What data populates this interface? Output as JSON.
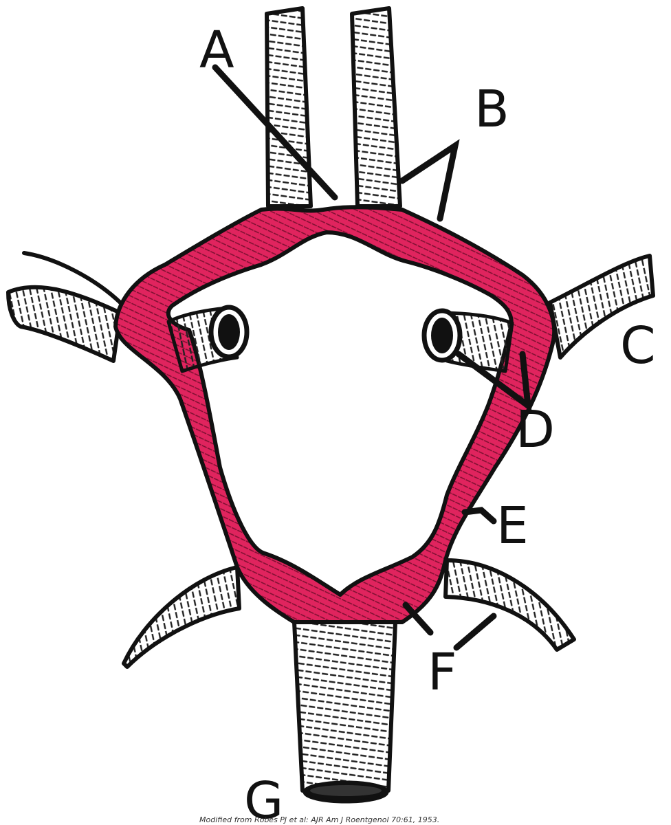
{
  "labels": {
    "A": "A",
    "B": "B",
    "C": "C",
    "D": "D",
    "E": "E",
    "F": "F",
    "G": "G"
  },
  "credit": "Modified from Robes PJ et al: AJR Am J Roentgenol 70:61, 1953.",
  "colors": {
    "circle": "#e0245e",
    "vessel_outline": "#111111",
    "vessel_fill": "#ffffff",
    "hatch": "#222222"
  }
}
